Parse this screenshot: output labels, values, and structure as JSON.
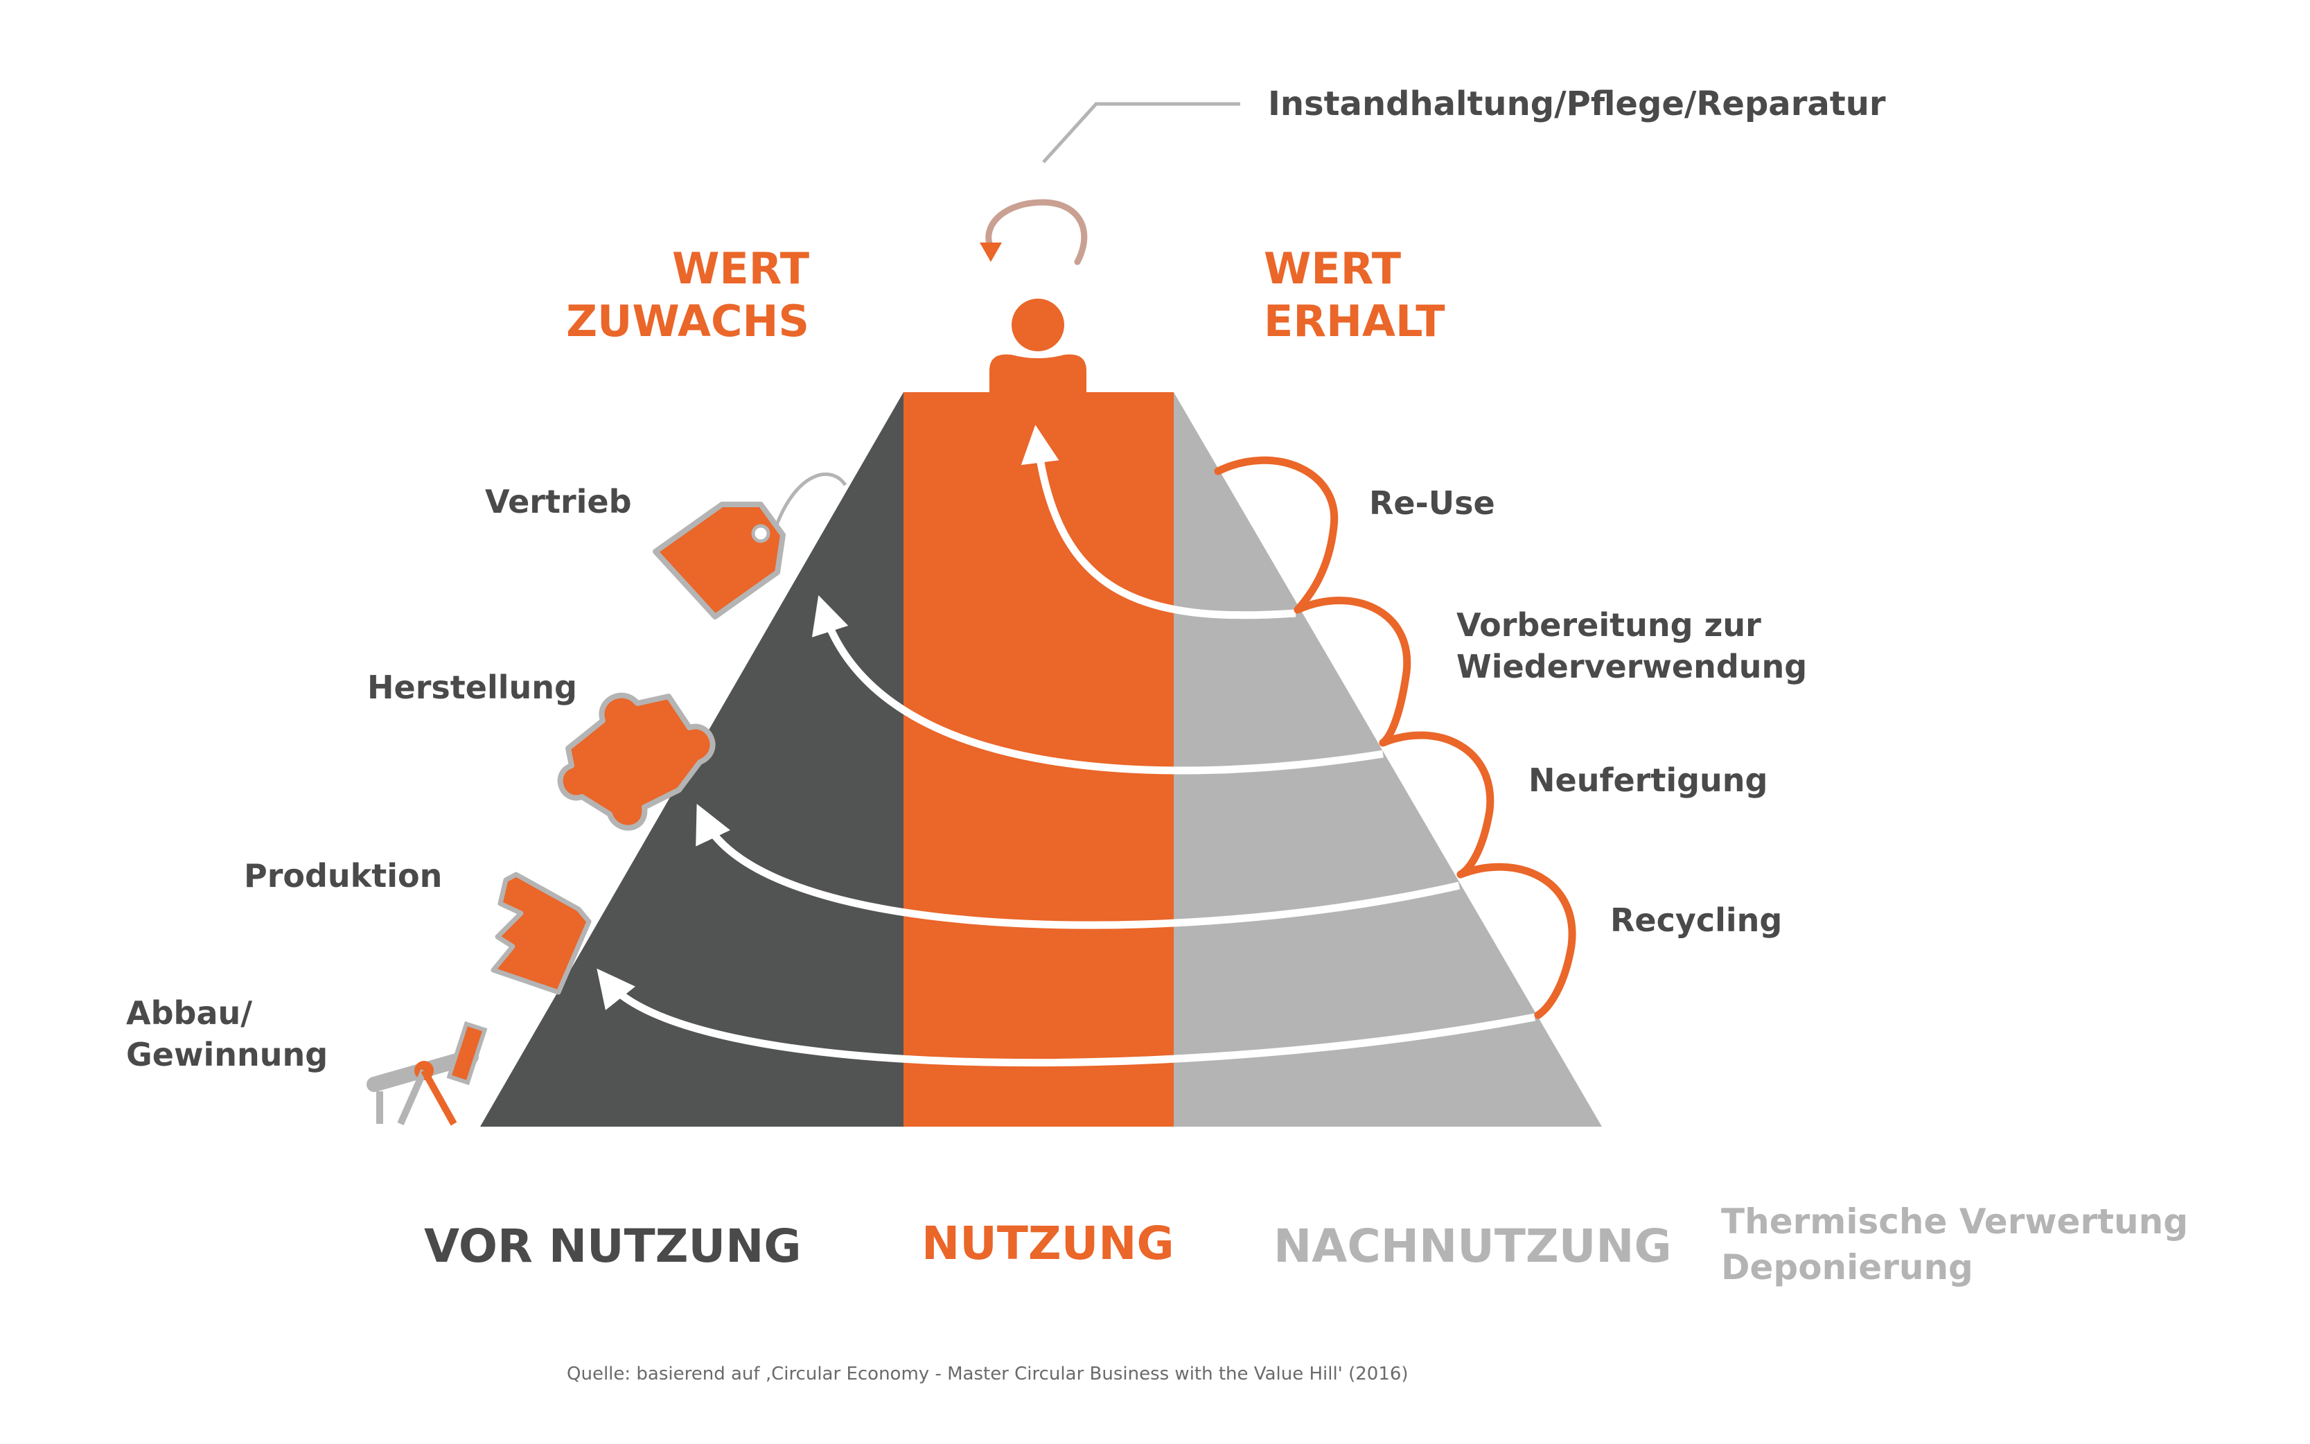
{
  "colors": {
    "dark": "#525453",
    "orange": "#ea6629",
    "light": "#b4b4b4",
    "text_dark": "#4a4a4a",
    "text_light": "#b4b4b4",
    "white": "#ffffff"
  },
  "header": {
    "maintenance": "Instandhaltung/Pflege/Reparatur",
    "value_growth": [
      "WERT",
      "ZUWACHS"
    ],
    "value_retention": [
      "WERT",
      "ERHALT"
    ]
  },
  "left_steps": [
    {
      "label": [
        "Vertrieb"
      ],
      "icon": "price-tag-icon"
    },
    {
      "label": [
        "Herstellung"
      ],
      "icon": "puzzle-piece-icon"
    },
    {
      "label": [
        "Produktion"
      ],
      "icon": "factory-icon"
    },
    {
      "label": [
        "Abbau/",
        "Gewinnung"
      ],
      "icon": "oil-pump-icon"
    }
  ],
  "right_steps": [
    {
      "label": [
        "Re-Use"
      ]
    },
    {
      "label": [
        "Vorbereitung zur",
        "Wiederverwendung"
      ]
    },
    {
      "label": [
        "Neufertigung"
      ]
    },
    {
      "label": [
        "Recycling"
      ]
    }
  ],
  "top_icons": [
    "cycle-arrow-icon",
    "person-icon"
  ],
  "stages": {
    "pre_use": "VOR NUTZUNG",
    "use": "NUTZUNG",
    "post_use": "NACHNUTZUNG"
  },
  "end_of_life": [
    "Thermische Verwertung",
    "Deponierung"
  ],
  "source": "Quelle: basierend auf ‚Circular Economy - Master Circular Business with the Value Hill' (2016)"
}
